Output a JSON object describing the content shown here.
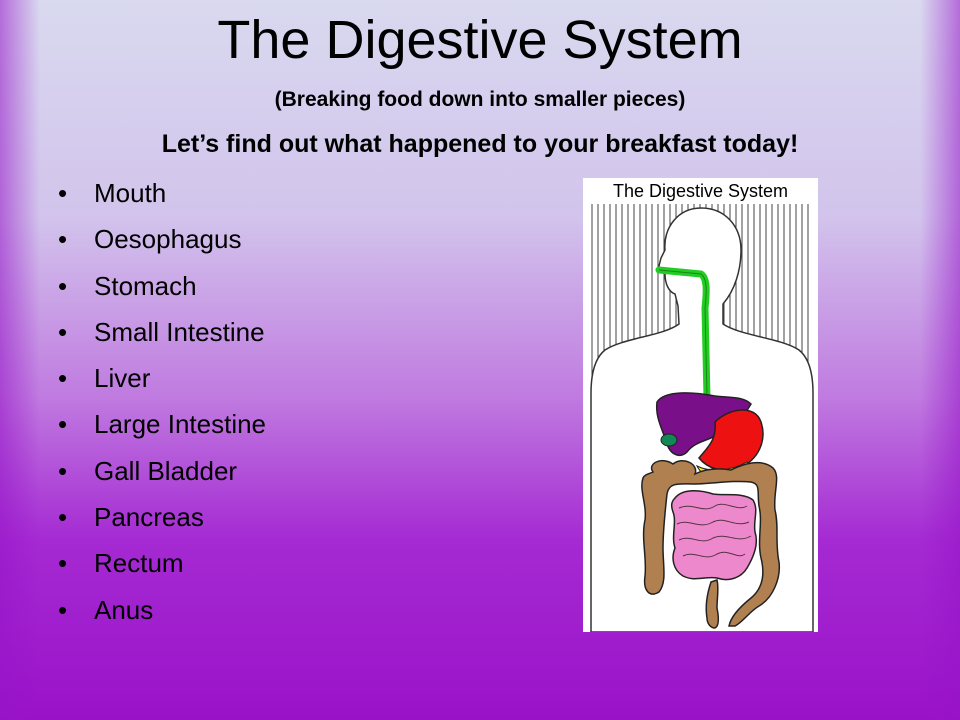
{
  "slide": {
    "title": "The Digestive System",
    "subtitle": "(Breaking food down into smaller pieces)",
    "headline": "Let’s find out what happened to your breakfast today!",
    "bullet_char": "•",
    "organs": [
      "Mouth",
      "Oesophagus",
      "Stomach",
      "Small Intestine",
      "Liver",
      "Large Intestine",
      "Gall Bladder",
      "Pancreas",
      "Rectum",
      "Anus"
    ]
  },
  "diagram": {
    "title": "The Digestive System",
    "colors": {
      "oesophagus": "#22cc22",
      "liver": "#7a0f8a",
      "stomach": "#ee1111",
      "pancreas": "#ffee00",
      "gall_bladder": "#118855",
      "small_intestine": "#ee88cc",
      "large_intestine": "#b08050"
    }
  },
  "theme": {
    "background_top": "#d9d9ef",
    "background_bottom": "#9a12c8"
  }
}
